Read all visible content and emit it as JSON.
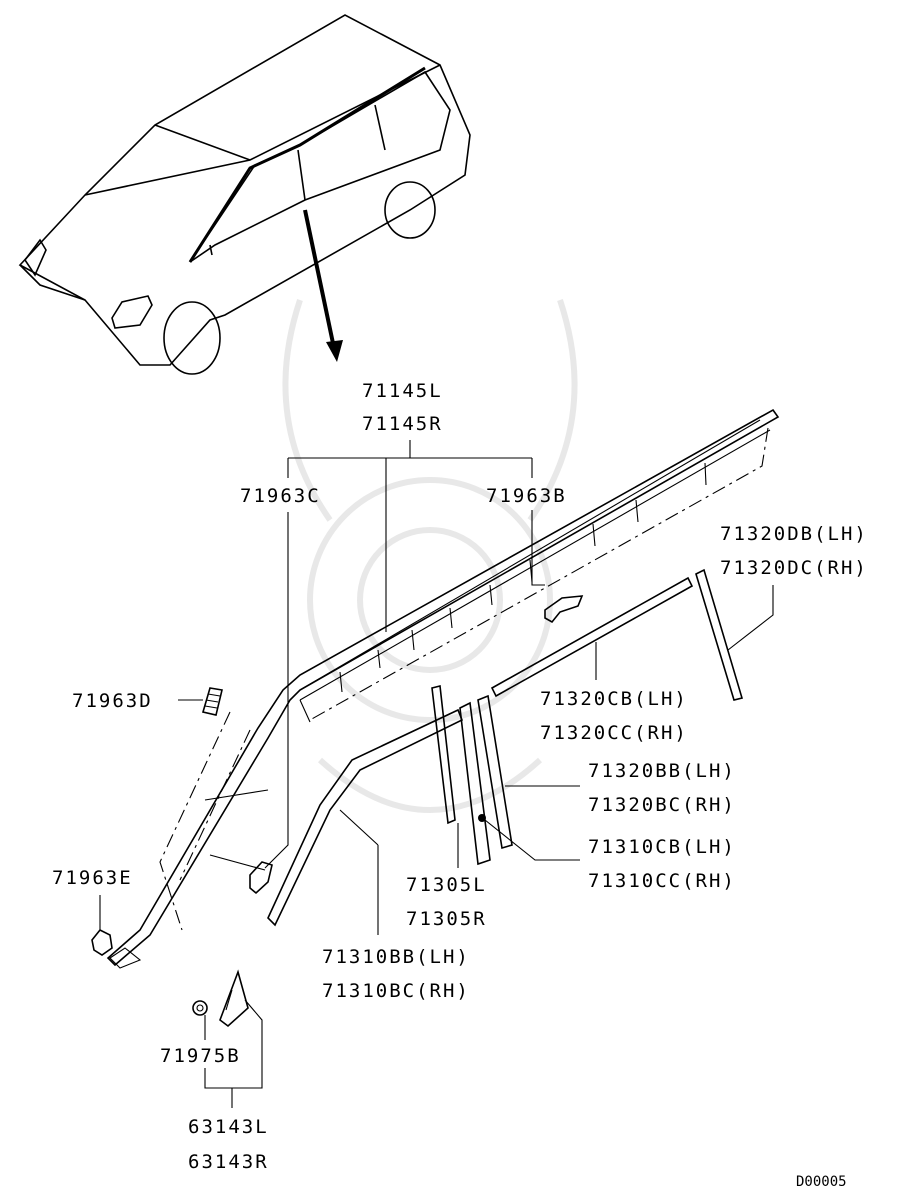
{
  "labels": {
    "p71145L": "71145L",
    "p71145R": "71145R",
    "p71963C": "71963C",
    "p71963B": "71963B",
    "p71320DB": "71320DB(LH)",
    "p71320DC": "71320DC(RH)",
    "p71963D": "71963D",
    "p71320CB": "71320CB(LH)",
    "p71320CC": "71320CC(RH)",
    "p71320BB": "71320BB(LH)",
    "p71320BC": "71320BC(RH)",
    "p71310CB": "71310CB(LH)",
    "p71310CC": "71310CC(RH)",
    "p71963E": "71963E",
    "p71305L": "71305L",
    "p71305R": "71305R",
    "p71310BB": "71310BB(LH)",
    "p71310BC": "71310BC(RH)",
    "p71975B": "71975B",
    "p63143L": "63143L",
    "p63143R": "63143R"
  },
  "diagram_ref": "D00005"
}
